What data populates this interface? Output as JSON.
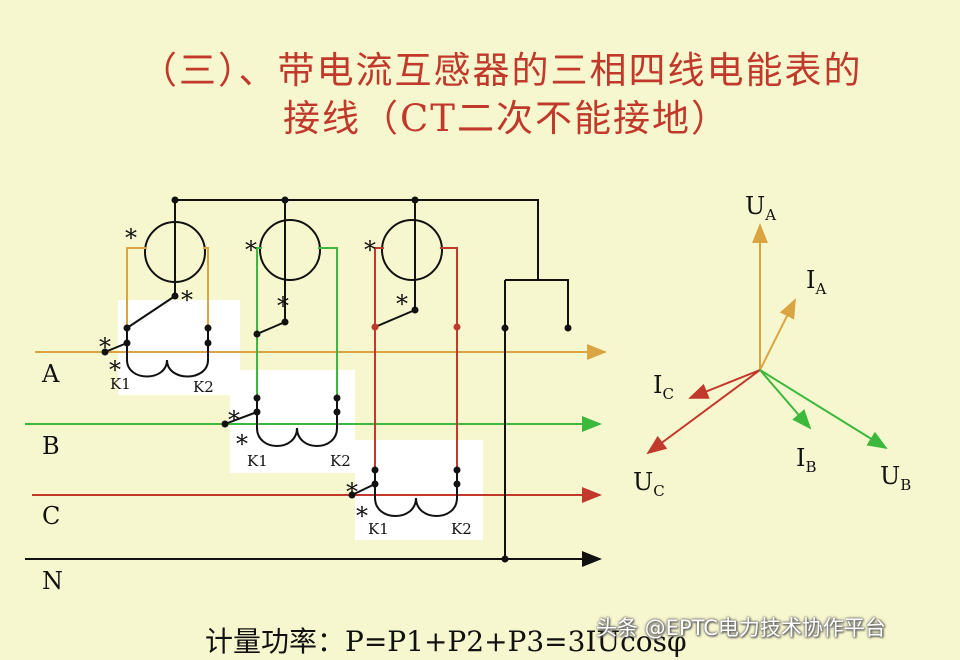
{
  "title": {
    "line1": "（三）、带电流互感器的三相四线电能表的",
    "line2": "接线（CT二次不能接地）"
  },
  "lines": {
    "a": "A",
    "b": "B",
    "c": "C",
    "n": "N"
  },
  "terminals": {
    "k1": "K1",
    "k2": "K2"
  },
  "polarity_mark": "*",
  "phasors": {
    "ua": "U",
    "ua_sub": "A",
    "ia": "I",
    "ia_sub": "A",
    "ic": "I",
    "ic_sub": "C",
    "uc": "U",
    "uc_sub": "C",
    "ib": "I",
    "ib_sub": "B",
    "ub": "U",
    "ub_sub": "B"
  },
  "formula": "计量功率：P=P1+P2+P3=3IUcosφ",
  "watermark": "头条 @EPTC电力技术协作平台",
  "colors": {
    "phase_a": "#d9a441",
    "phase_b": "#3cb83c",
    "phase_c": "#c0392b",
    "neutral": "#111111",
    "title": "#c0392b"
  }
}
